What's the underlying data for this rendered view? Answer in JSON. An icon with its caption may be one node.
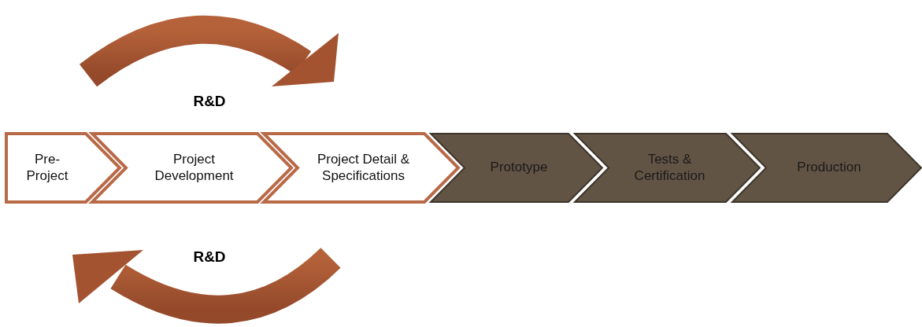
{
  "diagram": {
    "nodes": [
      {
        "text": [
          "Pre- Project"
        ]
      },
      {
        "text": [
          "Project Development"
        ]
      },
      {
        "text": [
          "Project Detail & Specifications"
        ]
      },
      {
        "text": [
          "Prototype"
        ]
      },
      {
        "text": [
          "Tests & Certification"
        ]
      },
      {
        "text": [
          "Production"
        ]
      }
    ],
    "labels": [
      "R&D",
      "R&D"
    ]
  }
}
